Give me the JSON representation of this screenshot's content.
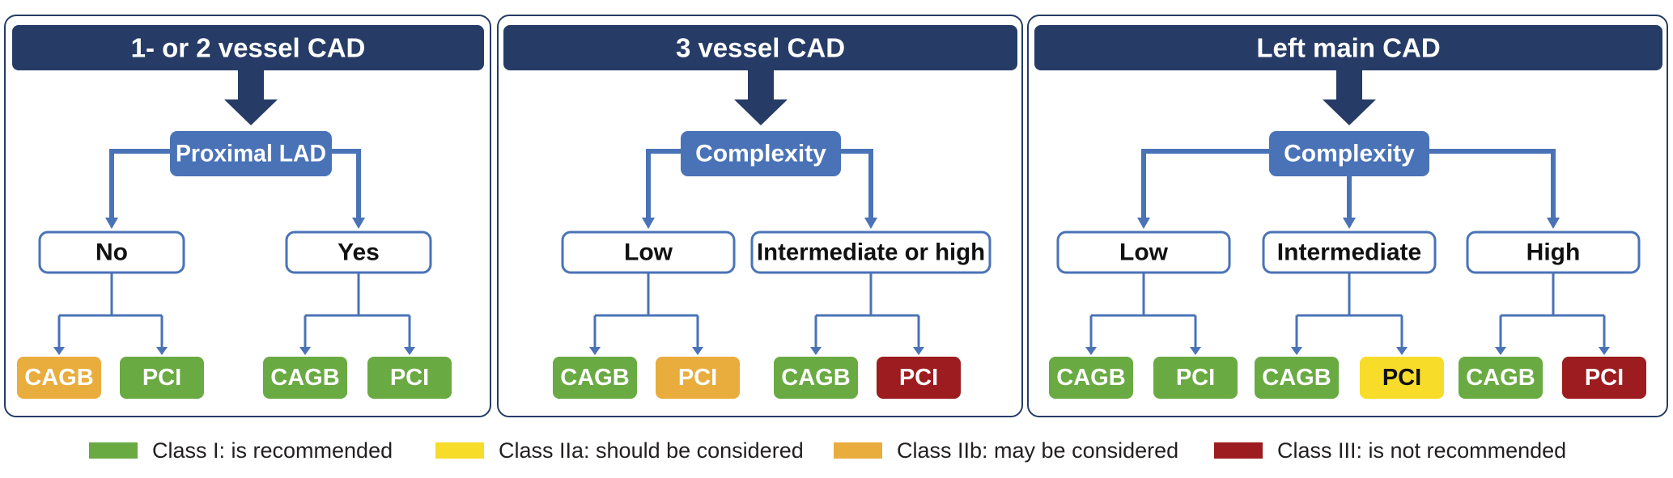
{
  "colors": {
    "navy": "#263c66",
    "blue": "#4a73b7",
    "arrow": "#4a73b7",
    "panel_border": "#263c66",
    "class_I": "#6aaa43",
    "class_IIa": "#f7dc2a",
    "class_IIb": "#e9ad3e",
    "class_III": "#9c1c1f"
  },
  "panels": [
    {
      "title": "1- or 2 vessel CAD",
      "decision": "Proximal LAD",
      "branches": [
        {
          "label": "No",
          "outcomes": [
            {
              "label": "CAGB",
              "class": "class_IIb"
            },
            {
              "label": "PCI",
              "class": "class_I"
            }
          ]
        },
        {
          "label": "Yes",
          "outcomes": [
            {
              "label": "CAGB",
              "class": "class_I"
            },
            {
              "label": "PCI",
              "class": "class_I"
            }
          ]
        }
      ]
    },
    {
      "title": "3 vessel CAD",
      "decision": "Complexity",
      "branches": [
        {
          "label": "Low",
          "outcomes": [
            {
              "label": "CAGB",
              "class": "class_I"
            },
            {
              "label": "PCI",
              "class": "class_IIb"
            }
          ]
        },
        {
          "label": "Intermediate or high",
          "outcomes": [
            {
              "label": "CAGB",
              "class": "class_I"
            },
            {
              "label": "PCI",
              "class": "class_III"
            }
          ]
        }
      ]
    },
    {
      "title": "Left main CAD",
      "decision": "Complexity",
      "branches": [
        {
          "label": "Low",
          "outcomes": [
            {
              "label": "CAGB",
              "class": "class_I"
            },
            {
              "label": "PCI",
              "class": "class_I"
            }
          ]
        },
        {
          "label": "Intermediate",
          "outcomes": [
            {
              "label": "CAGB",
              "class": "class_I"
            },
            {
              "label": "PCI",
              "class": "class_IIa"
            }
          ]
        },
        {
          "label": "High",
          "outcomes": [
            {
              "label": "CAGB",
              "class": "class_I"
            },
            {
              "label": "PCI",
              "class": "class_III"
            }
          ]
        }
      ]
    }
  ],
  "legend": [
    {
      "class": "class_I",
      "label": "Class I: is recommended"
    },
    {
      "class": "class_IIa",
      "label": "Class IIa: should be considered"
    },
    {
      "class": "class_IIb",
      "label": "Class IIb: may be considered"
    },
    {
      "class": "class_III",
      "label": "Class III: is not recommended"
    }
  ]
}
